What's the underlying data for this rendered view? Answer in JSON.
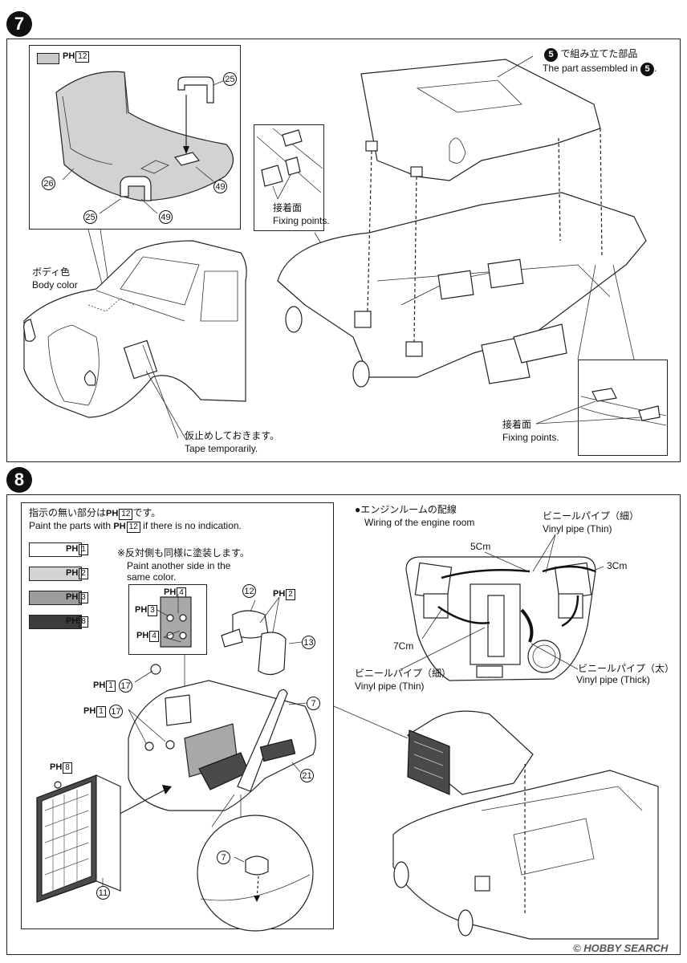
{
  "step7": {
    "number": "7",
    "inset_paint": {
      "ph": "PH",
      "code": "12"
    },
    "parts": {
      "p25a": "25",
      "p25b": "25",
      "p26": "26",
      "p49a": "49",
      "p49b": "49"
    },
    "assembled_ref": {
      "num": "5",
      "jp": "で組み立てた部品",
      "en": "The part assembled in",
      "en_num": "5",
      "period": "."
    },
    "fixing1": {
      "jp": "接着面",
      "en": "Fixing points."
    },
    "fixing2": {
      "jp": "接着面",
      "en": "Fixing points."
    },
    "body_color": {
      "jp": "ボディ色",
      "en": "Body color"
    },
    "tape": {
      "jp": "仮止めしておきます。",
      "en": "Tape temporarily."
    }
  },
  "step8": {
    "number": "8",
    "paint_note": {
      "jp": "指示の無い部分は",
      "ph": "PH",
      "code": "12",
      "jp2": "です。",
      "en1": "Paint the parts with",
      "en2": "if there is no indication."
    },
    "swatches": [
      {
        "ph": "PH",
        "code": "1",
        "color": "#ffffff"
      },
      {
        "ph": "PH",
        "code": "2",
        "color": "#d4d4d4"
      },
      {
        "ph": "PH",
        "code": "3",
        "color": "#9c9c9c"
      },
      {
        "ph": "PH",
        "code": "8",
        "color": "#3c3c3c"
      }
    ],
    "other_side": {
      "jp": "※反対側も同様に塗装します。",
      "en1": "Paint another side in the",
      "en2": "same color."
    },
    "detail_ph": [
      {
        "ph": "PH",
        "code": "4"
      },
      {
        "ph": "PH",
        "code": "3"
      },
      {
        "ph": "PH",
        "code": "4"
      },
      {
        "ph": "PH",
        "code": "2"
      },
      {
        "ph": "PH",
        "code": "1"
      },
      {
        "ph": "PH",
        "code": "1"
      },
      {
        "ph": "PH",
        "code": "8"
      }
    ],
    "parts": {
      "p12": "12",
      "p13": "13",
      "p17a": "17",
      "p17b": "17",
      "p7a": "7",
      "p7b": "7",
      "p21": "21",
      "p11": "11"
    },
    "wiring": {
      "title_jp": "●エンジンルームの配線",
      "title_en": "Wiring of the engine room",
      "len5": "5Cm",
      "len3": "3Cm",
      "len7": "7Cm",
      "thin1_jp": "ビニールパイプ（細）",
      "thin1_en": "Vinyl pipe (Thin)",
      "thin2_jp": "ビニールパイプ（細）",
      "thin2_en": "Vinyl pipe (Thin)",
      "thick_jp": "ビニールパイプ（太）",
      "thick_en": "Vinyl pipe (Thick)"
    }
  },
  "watermark": {
    "brand": "HOBBY SEARCH",
    "mark": "©"
  }
}
